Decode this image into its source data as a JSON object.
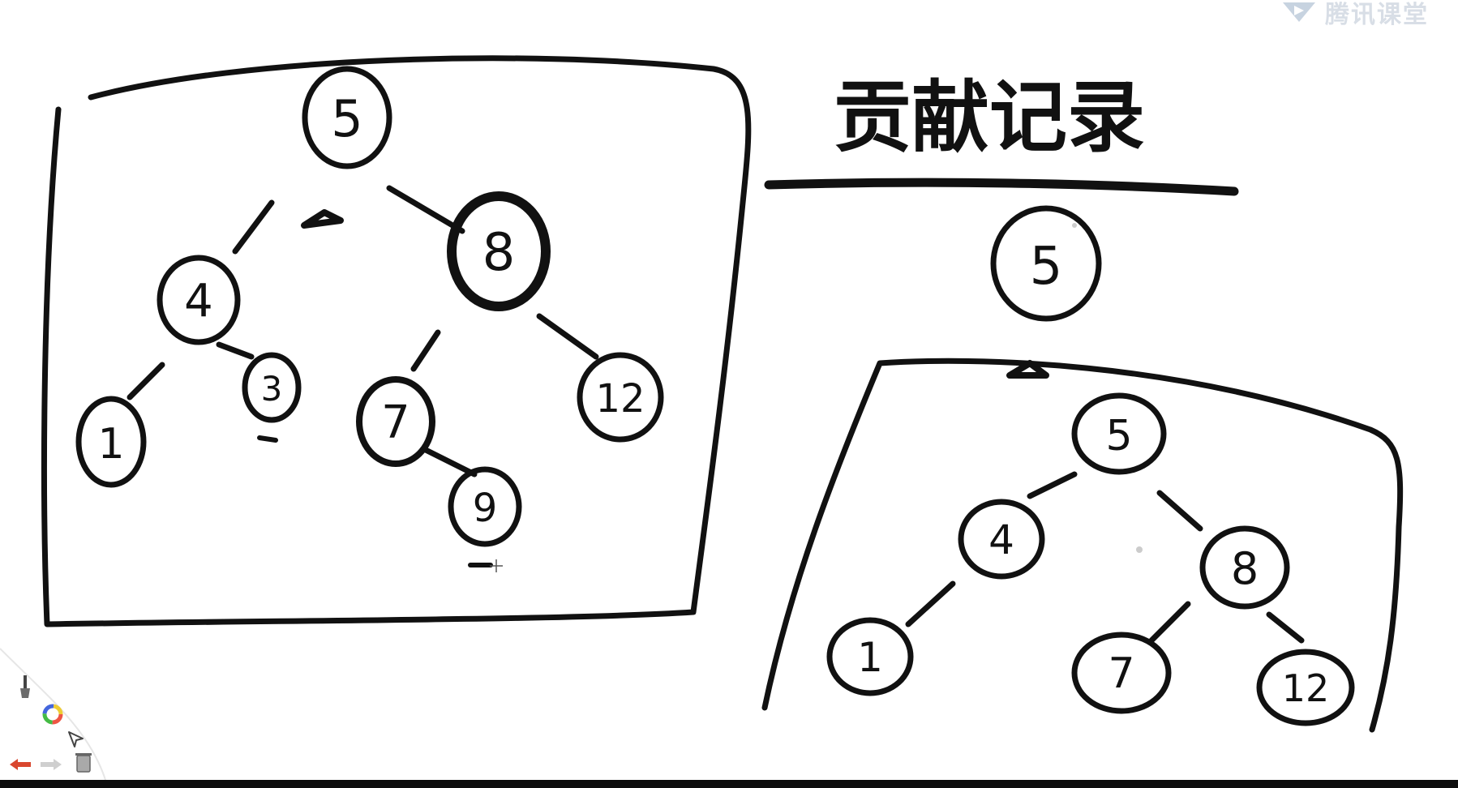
{
  "title_text": "贡献记录",
  "branding": {
    "logo_text": "腾讯课堂"
  },
  "tree_full": {
    "nodes": [
      {
        "id": "n5",
        "label": "5"
      },
      {
        "id": "n4",
        "label": "4"
      },
      {
        "id": "n8",
        "label": "8"
      },
      {
        "id": "n1",
        "label": "1"
      },
      {
        "id": "n3",
        "label": "3"
      },
      {
        "id": "n7",
        "label": "7"
      },
      {
        "id": "n12",
        "label": "12"
      },
      {
        "id": "n9",
        "label": "9"
      }
    ]
  },
  "tree_record_root": {
    "label": "5"
  },
  "tree_record": {
    "nodes": [
      {
        "id": "m5",
        "label": "5"
      },
      {
        "id": "m4",
        "label": "4"
      },
      {
        "id": "m8",
        "label": "8"
      },
      {
        "id": "m1",
        "label": "1"
      },
      {
        "id": "m7",
        "label": "7"
      },
      {
        "id": "m12",
        "label": "12"
      }
    ]
  },
  "toolbar": {
    "tools": [
      "brush-icon",
      "color-wheel-icon",
      "pointer-icon",
      "undo-icon",
      "redo-icon",
      "clear-icon"
    ]
  }
}
